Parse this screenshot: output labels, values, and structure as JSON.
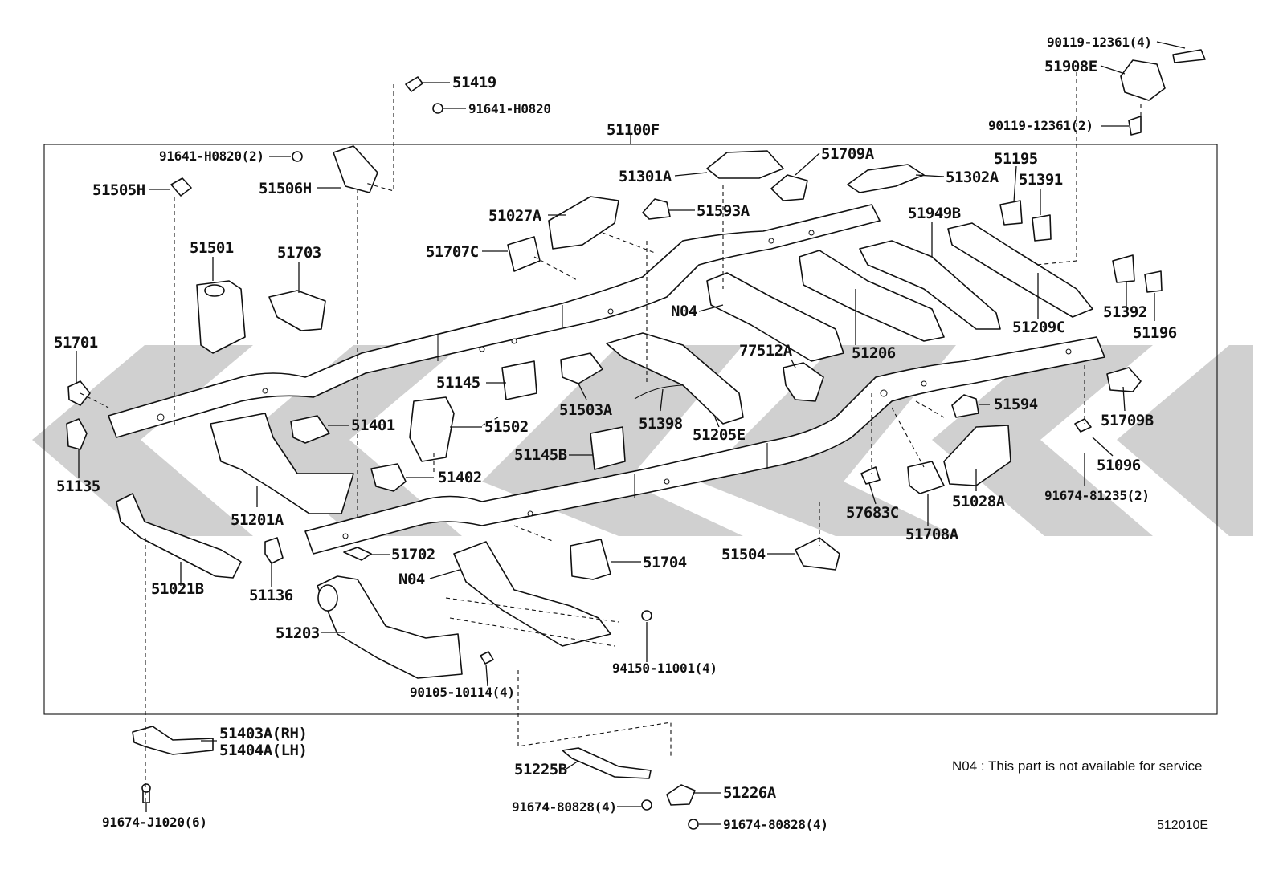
{
  "diagram": {
    "assembly_label": "51100F",
    "figure_code": "512010E",
    "note": "N04 : This part is not available for service",
    "watermark_color": "#c8c8c8",
    "labels": [
      {
        "id": "90119_12361_4",
        "text": "90119-12361(4)",
        "size": "sm"
      },
      {
        "id": "51908E",
        "text": "51908E",
        "size": "lg"
      },
      {
        "id": "90119_12361_2",
        "text": "90119-12361(2)",
        "size": "sm"
      },
      {
        "id": "51419",
        "text": "51419",
        "size": "lg"
      },
      {
        "id": "91641_H0820",
        "text": "91641-H0820",
        "size": "sm"
      },
      {
        "id": "91641_H0820_2",
        "text": "91641-H0820(2)",
        "size": "sm"
      },
      {
        "id": "51505H",
        "text": "51505H",
        "size": "lg"
      },
      {
        "id": "51506H",
        "text": "51506H",
        "size": "lg"
      },
      {
        "id": "51301A",
        "text": "51301A",
        "size": "lg"
      },
      {
        "id": "51709A",
        "text": "51709A",
        "size": "lg"
      },
      {
        "id": "51302A",
        "text": "51302A",
        "size": "lg"
      },
      {
        "id": "51195",
        "text": "51195",
        "size": "lg"
      },
      {
        "id": "51391",
        "text": "51391",
        "size": "lg"
      },
      {
        "id": "51027A",
        "text": "51027A",
        "size": "lg"
      },
      {
        "id": "51593A",
        "text": "51593A",
        "size": "lg"
      },
      {
        "id": "51949B",
        "text": "51949B",
        "size": "lg"
      },
      {
        "id": "51501",
        "text": "51501",
        "size": "lg"
      },
      {
        "id": "51703",
        "text": "51703",
        "size": "lg"
      },
      {
        "id": "51707C",
        "text": "51707C",
        "size": "lg"
      },
      {
        "id": "N04_a",
        "text": "N04",
        "size": "lg"
      },
      {
        "id": "51392",
        "text": "51392",
        "size": "lg"
      },
      {
        "id": "51209C",
        "text": "51209C",
        "size": "lg"
      },
      {
        "id": "51196",
        "text": "51196",
        "size": "lg"
      },
      {
        "id": "51701",
        "text": "51701",
        "size": "lg"
      },
      {
        "id": "77512A",
        "text": "77512A",
        "size": "lg"
      },
      {
        "id": "51206",
        "text": "51206",
        "size": "lg"
      },
      {
        "id": "51145",
        "text": "51145",
        "size": "lg"
      },
      {
        "id": "51503A",
        "text": "51503A",
        "size": "lg"
      },
      {
        "id": "51594",
        "text": "51594",
        "size": "lg"
      },
      {
        "id": "51401",
        "text": "51401",
        "size": "lg"
      },
      {
        "id": "51502",
        "text": "51502",
        "size": "lg"
      },
      {
        "id": "51398",
        "text": "51398",
        "size": "lg"
      },
      {
        "id": "51205E",
        "text": "51205E",
        "size": "lg"
      },
      {
        "id": "51709B",
        "text": "51709B",
        "size": "lg"
      },
      {
        "id": "51145B",
        "text": "51145B",
        "size": "lg"
      },
      {
        "id": "51135",
        "text": "51135",
        "size": "lg"
      },
      {
        "id": "51402",
        "text": "51402",
        "size": "lg"
      },
      {
        "id": "51096",
        "text": "51096",
        "size": "lg"
      },
      {
        "id": "51201A",
        "text": "51201A",
        "size": "lg"
      },
      {
        "id": "91674_81235_2",
        "text": "91674-81235(2)",
        "size": "sm"
      },
      {
        "id": "57683C",
        "text": "57683C",
        "size": "lg"
      },
      {
        "id": "51028A",
        "text": "51028A",
        "size": "lg"
      },
      {
        "id": "51708A",
        "text": "51708A",
        "size": "lg"
      },
      {
        "id": "51702",
        "text": "51702",
        "size": "lg"
      },
      {
        "id": "51504",
        "text": "51504",
        "size": "lg"
      },
      {
        "id": "N04_b",
        "text": "N04",
        "size": "lg"
      },
      {
        "id": "51704",
        "text": "51704",
        "size": "lg"
      },
      {
        "id": "51021B",
        "text": "51021B",
        "size": "lg"
      },
      {
        "id": "51136",
        "text": "51136",
        "size": "lg"
      },
      {
        "id": "51203",
        "text": "51203",
        "size": "lg"
      },
      {
        "id": "94150_11001_4",
        "text": "94150-11001(4)",
        "size": "sm"
      },
      {
        "id": "90105_10114_4",
        "text": "90105-10114(4)",
        "size": "sm"
      },
      {
        "id": "51403A",
        "text": "51403A(RH)",
        "size": "lg"
      },
      {
        "id": "51404A",
        "text": "51404A(LH)",
        "size": "lg"
      },
      {
        "id": "51225B",
        "text": "51225B",
        "size": "lg"
      },
      {
        "id": "51226A",
        "text": "51226A",
        "size": "lg"
      },
      {
        "id": "91674_80828_4a",
        "text": "91674-80828(4)",
        "size": "sm"
      },
      {
        "id": "91674_80828_4b",
        "text": "91674-80828(4)",
        "size": "sm"
      },
      {
        "id": "91674_J1020_6",
        "text": "91674-J1020(6)",
        "size": "sm"
      }
    ]
  }
}
